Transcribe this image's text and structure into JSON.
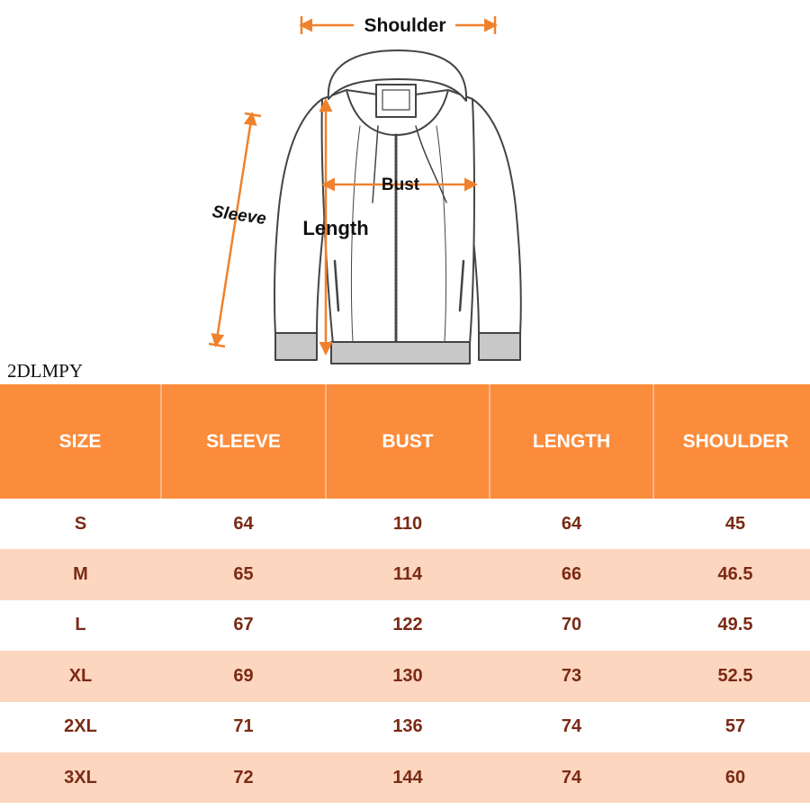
{
  "diagram": {
    "labels": {
      "shoulder": "Shoulder",
      "bust": "Bust",
      "sleeve": "Sleeve",
      "length": "Length"
    },
    "arrow_color": "#f0812c",
    "line_color": "#444444"
  },
  "brand": "2DLMPY",
  "table": {
    "header_color": "#fb8c3c",
    "stripe_color": "#fdd6c0",
    "text_color": "#7a2a14",
    "columns": [
      "SIZE",
      "SLEEVE",
      "BUST",
      "LENGTH",
      "SHOULDER"
    ],
    "rows": [
      [
        "S",
        "64",
        "110",
        "64",
        "45"
      ],
      [
        "M",
        "65",
        "114",
        "66",
        "46.5"
      ],
      [
        "L",
        "67",
        "122",
        "70",
        "49.5"
      ],
      [
        "XL",
        "69",
        "130",
        "73",
        "52.5"
      ],
      [
        "2XL",
        "71",
        "136",
        "74",
        "57"
      ],
      [
        "3XL",
        "72",
        "144",
        "74",
        "60"
      ]
    ]
  }
}
